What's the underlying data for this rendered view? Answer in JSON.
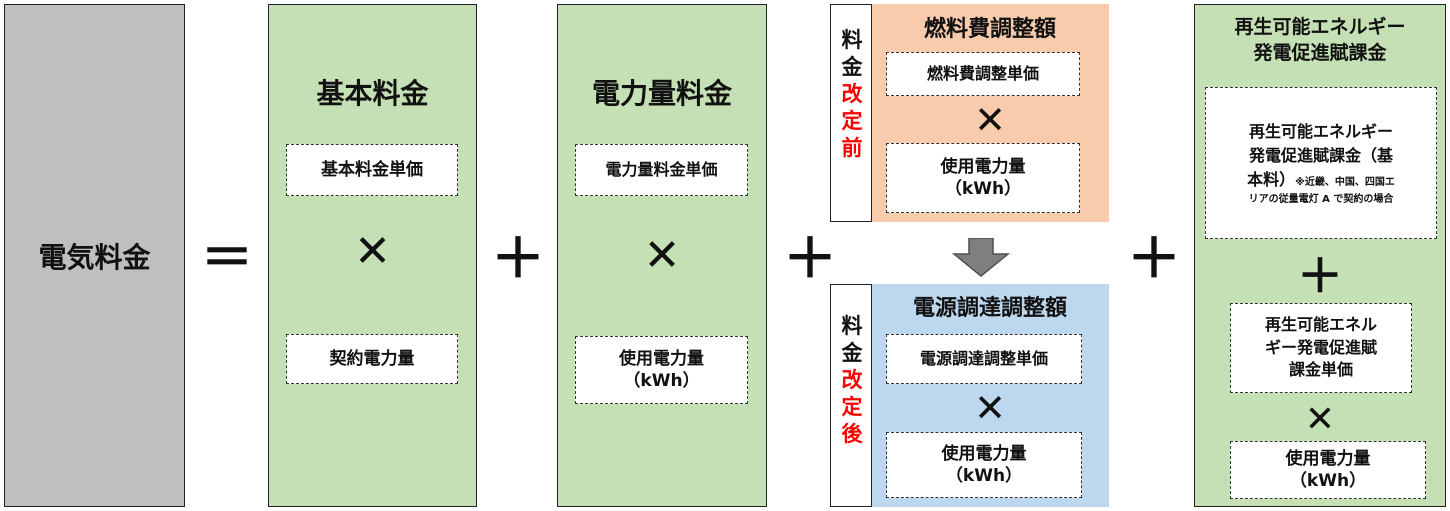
{
  "electricity_bill": "電気料金",
  "equals": "＝",
  "plus": "＋",
  "times": "✕",
  "basic": {
    "title": "基本料金",
    "unit_price": "基本料金単価",
    "contract_power": "契約電力量"
  },
  "energy": {
    "title": "電力量料金",
    "unit_price": "電力量料金単価",
    "usage_line1": "使用電力量",
    "usage_line2": "（kWh）"
  },
  "fuel": {
    "side_label_top": [
      "料",
      "金"
    ],
    "side_label_red": [
      "改",
      "定",
      "前"
    ],
    "title": "燃料費調整額",
    "unit_price": "燃料費調整単価",
    "usage_line1": "使用電力量",
    "usage_line2": "（kWh）"
  },
  "power_source": {
    "side_label_top": [
      "料",
      "金"
    ],
    "side_label_red": [
      "改",
      "定",
      "後"
    ],
    "title": "電源調達調整額",
    "unit_price": "電源調達調整単価",
    "usage_line1": "使用電力量",
    "usage_line2": "（kWh）"
  },
  "renewable": {
    "title_line1": "再生可能エネルギー",
    "title_line2": "発電促進賦課金",
    "basic_line1": "再生可能エネルギー",
    "basic_line2": "発電促進賦課金（基",
    "basic_line3": "本料）",
    "basic_note_1": "※近畿、中国、四国エ",
    "basic_note_2": "リアの従量電灯 A で契約の場合",
    "unit_line1": "再生可能エネル",
    "unit_line2": "ギー発電促進賦",
    "unit_line3": "課金単価",
    "usage_line1": "使用電力量",
    "usage_line2": "（kWh）"
  },
  "colors": {
    "gray": "#bfbfbf",
    "green": "#c5e0b4",
    "orange": "#f8cbad",
    "blue": "#bdd7ee",
    "red_text": "#ff0000",
    "arrow": "#7f7f7f"
  }
}
